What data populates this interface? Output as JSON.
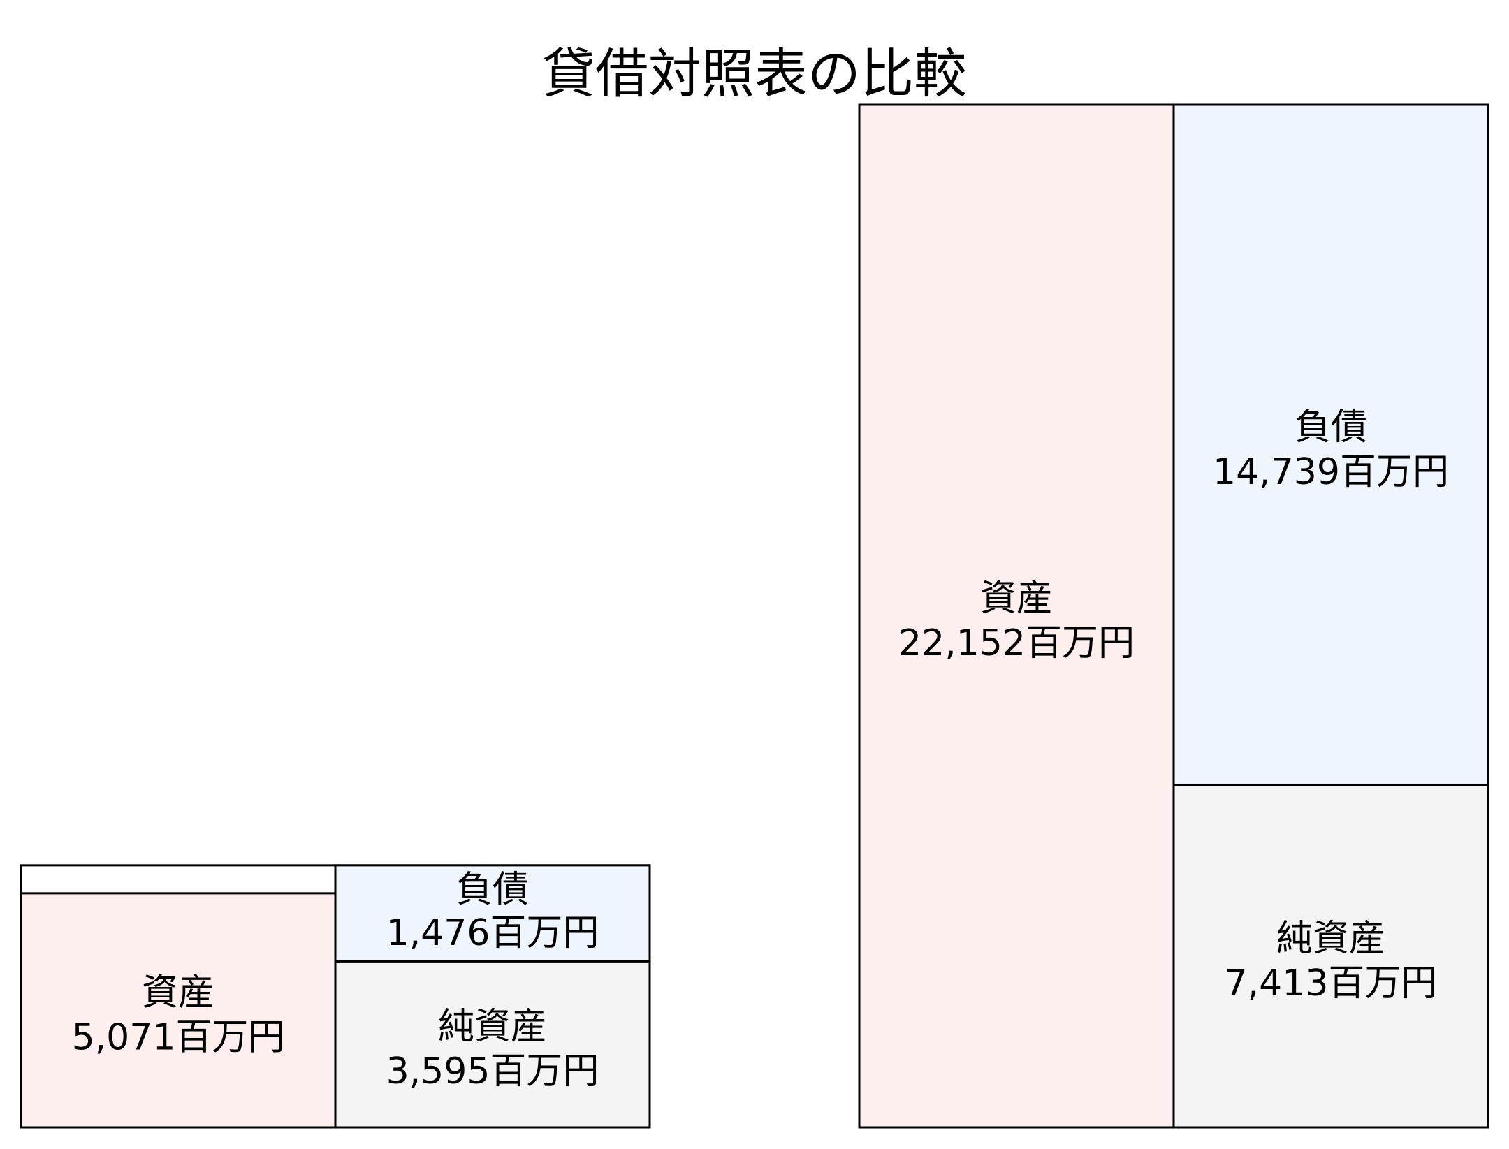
{
  "chart_data": {
    "type": "table",
    "title": "貸借対照表の比較",
    "unit": "百万円",
    "charts": [
      {
        "assets": {
          "label": "資産",
          "value": 5071,
          "text": "5,071百万円"
        },
        "liabilities": {
          "label": "負債",
          "value": 1476,
          "text": "1,476百万円"
        },
        "equity": {
          "label": "純資産",
          "value": 3595,
          "text": "3,595百万円"
        }
      },
      {
        "assets": {
          "label": "資産",
          "value": 22152,
          "text": "22,152百万円"
        },
        "liabilities": {
          "label": "負債",
          "value": 14739,
          "text": "14,739百万円"
        },
        "equity": {
          "label": "純資産",
          "value": 7413,
          "text": "7,413百万円"
        }
      }
    ],
    "colors": {
      "assets": "#fdefee",
      "liabilities": "#eef5fd",
      "equity": "#f4f4f4",
      "border": "#000000"
    }
  }
}
